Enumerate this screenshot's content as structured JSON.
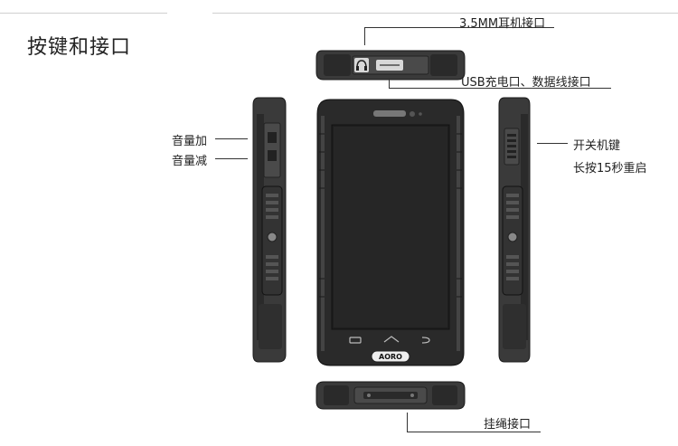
{
  "title": "按键和接口",
  "labels": {
    "headphone_jack": "3.5MM耳机接口",
    "usb_port": "USB充电口、数据线接口",
    "volume_up": "音量加",
    "volume_down": "音量减",
    "power_key": "开关机键",
    "power_hint": "长按15秒重启",
    "lanyard": "挂绳接口"
  },
  "brand": "AORO",
  "colors": {
    "body_dark": "#2a2a2a",
    "body_mid": "#4a4a4a",
    "screen": "#1e1e1e",
    "line": "#333333"
  },
  "icons": [
    "headphone-icon",
    "menu-icon",
    "home-icon",
    "back-icon"
  ]
}
